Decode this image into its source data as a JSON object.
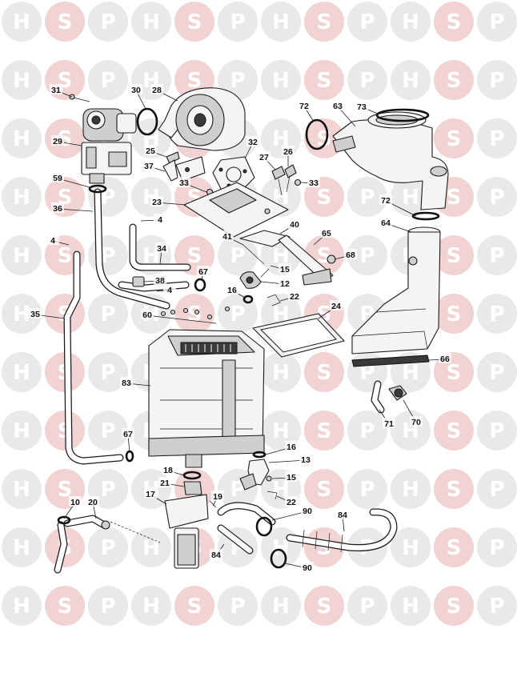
{
  "watermark": {
    "pattern": [
      "H",
      "S",
      "P"
    ],
    "colors": {
      "grey": "#e9e9e9",
      "red": "#f1d3d3"
    }
  },
  "parts": [
    {
      "id": "p31",
      "label": "31"
    },
    {
      "id": "p30",
      "label": "30"
    },
    {
      "id": "p28",
      "label": "28"
    },
    {
      "id": "p29",
      "label": "29"
    },
    {
      "id": "p25",
      "label": "25"
    },
    {
      "id": "p32",
      "label": "32"
    },
    {
      "id": "p27",
      "label": "27"
    },
    {
      "id": "p26",
      "label": "26"
    },
    {
      "id": "p37",
      "label": "37"
    },
    {
      "id": "p33a",
      "label": "33"
    },
    {
      "id": "p33b",
      "label": "33"
    },
    {
      "id": "p59",
      "label": "59"
    },
    {
      "id": "p23",
      "label": "23"
    },
    {
      "id": "p36",
      "label": "36"
    },
    {
      "id": "p4a",
      "label": "4"
    },
    {
      "id": "p40",
      "label": "40"
    },
    {
      "id": "p41",
      "label": "41"
    },
    {
      "id": "p65",
      "label": "65"
    },
    {
      "id": "p4b",
      "label": "4"
    },
    {
      "id": "p34",
      "label": "34"
    },
    {
      "id": "p68",
      "label": "68"
    },
    {
      "id": "p67a",
      "label": "67"
    },
    {
      "id": "p15a",
      "label": "15"
    },
    {
      "id": "p38",
      "label": "38"
    },
    {
      "id": "p12",
      "label": "12"
    },
    {
      "id": "p4c",
      "label": "4"
    },
    {
      "id": "p16a",
      "label": "16"
    },
    {
      "id": "p22a",
      "label": "22"
    },
    {
      "id": "p35",
      "label": "35"
    },
    {
      "id": "p60",
      "label": "60"
    },
    {
      "id": "p24",
      "label": "24"
    },
    {
      "id": "p72a",
      "label": "72"
    },
    {
      "id": "p63",
      "label": "63"
    },
    {
      "id": "p73",
      "label": "73"
    },
    {
      "id": "p72b",
      "label": "72"
    },
    {
      "id": "p64",
      "label": "64"
    },
    {
      "id": "p66",
      "label": "66"
    },
    {
      "id": "p83",
      "label": "83"
    },
    {
      "id": "p71",
      "label": "71"
    },
    {
      "id": "p70",
      "label": "70"
    },
    {
      "id": "p67b",
      "label": "67"
    },
    {
      "id": "p16b",
      "label": "16"
    },
    {
      "id": "p13",
      "label": "13"
    },
    {
      "id": "p18",
      "label": "18"
    },
    {
      "id": "p15b",
      "label": "15"
    },
    {
      "id": "p21",
      "label": "21"
    },
    {
      "id": "p17",
      "label": "17"
    },
    {
      "id": "p22b",
      "label": "22"
    },
    {
      "id": "p19",
      "label": "19"
    },
    {
      "id": "p10",
      "label": "10"
    },
    {
      "id": "p20",
      "label": "20"
    },
    {
      "id": "p90a",
      "label": "90"
    },
    {
      "id": "p84a",
      "label": "84"
    },
    {
      "id": "p84b",
      "label": "84"
    },
    {
      "id": "p90b",
      "label": "90"
    }
  ]
}
